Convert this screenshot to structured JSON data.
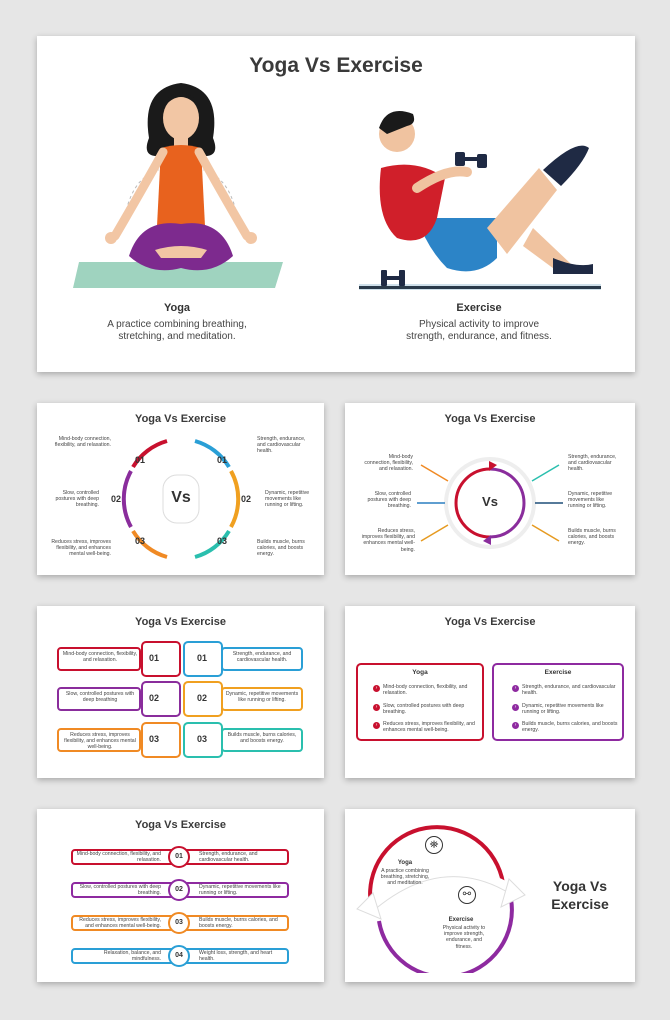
{
  "colors": {
    "red": "#c8102e",
    "blue": "#2a9fd6",
    "purple": "#8a2d9c",
    "orange": "#f08a24",
    "teal": "#2abfae",
    "navy": "#1f4e79",
    "magenta": "#8e2aa0"
  },
  "slide1": {
    "title": "Yoga Vs Exercise",
    "yoga": {
      "heading": "Yoga",
      "desc": "A practice combining breathing, stretching, and meditation."
    },
    "exercise": {
      "heading": "Exercise",
      "desc": "Physical activity to improve strength, endurance, and fitness."
    }
  },
  "slide2": {
    "title": "Yoga Vs Exercise",
    "center": "Vs",
    "left": [
      {
        "num": "01",
        "text": "Mind-body connection, flexibility, and relaxation."
      },
      {
        "num": "02",
        "text": "Slow, controlled postures with deep breathing."
      },
      {
        "num": "03",
        "text": "Reduces stress, improves flexibility, and enhances mental well-being."
      }
    ],
    "right": [
      {
        "num": "01",
        "text": "Strength, endurance, and cardiovascular health."
      },
      {
        "num": "02",
        "text": "Dynamic, repetitive movements like running or lifting."
      },
      {
        "num": "03",
        "text": "Builds muscle, burns calories, and boosts energy."
      }
    ]
  },
  "slide3": {
    "title": "Yoga Vs Exercise",
    "center": "Vs",
    "left": [
      "Mind-body connection, flexibility, and relaxation.",
      "Slow, controlled postures with deep breathing.",
      "Reduces stress, improves flexibility, and enhances mental well-being."
    ],
    "right": [
      "Strength, endurance, and cardiovascular health.",
      "Dynamic, repetitive movements like running or lifting.",
      "Builds muscle, burns calories, and boosts energy."
    ]
  },
  "slide4": {
    "title": "Yoga Vs Exercise",
    "left": [
      {
        "num": "01",
        "text": "Mind-body connection, flexibility, and relaxation."
      },
      {
        "num": "02",
        "text": "Slow, controlled postures with deep breathing"
      },
      {
        "num": "03",
        "text": "Reduces stress, improves flexibility, and enhances mental well-being."
      }
    ],
    "right": [
      {
        "num": "01",
        "text": "Strength, endurance, and cardiovascular health."
      },
      {
        "num": "02",
        "text": "Dynamic, repetitive movements like running or lifting."
      },
      {
        "num": "03",
        "text": "Builds muscle, burns calories, and boosts energy."
      }
    ]
  },
  "slide5": {
    "title": "Yoga Vs Exercise",
    "yoga": {
      "heading": "Yoga",
      "items": [
        "Mind-body connection, flexibility, and relaxation.",
        "Slow, controlled postures with deep breathing.",
        "Reduces stress, improves flexibility, and enhances mental well-being."
      ]
    },
    "exercise": {
      "heading": "Exercise",
      "items": [
        "Strength, endurance, and cardiovascular health.",
        "Dynamic, repetitive movements like running or lifting.",
        "Builds muscle, burns calories, and boosts energy."
      ]
    }
  },
  "slide6": {
    "title": "Yoga Vs Exercise",
    "rows": [
      {
        "num": "01",
        "left": "Mind-body connection, flexibility, and relaxation.",
        "right": "Strength, endurance, and cardiovascular health."
      },
      {
        "num": "02",
        "left": "Slow, controlled postures with deep breathing.",
        "right": "Dynamic, repetitive movements like running or lifting."
      },
      {
        "num": "03",
        "left": "Reduces stress, improves flexibility, and enhances mental well-being.",
        "right": "Builds muscle, burns calories, and boosts energy."
      },
      {
        "num": "04",
        "left": "Relaxation, balance, and mindfulness.",
        "right": "Weight loss, strength, and heart health."
      }
    ]
  },
  "slide7": {
    "title_line1": "Yoga Vs",
    "title_line2": "Exercise",
    "yoga": {
      "heading": "Yoga",
      "desc": "A practice combining breathing, stretching, and meditation."
    },
    "exercise": {
      "heading": "Exercise",
      "desc": "Physical activity to improve strength, endurance, and fitness."
    }
  }
}
